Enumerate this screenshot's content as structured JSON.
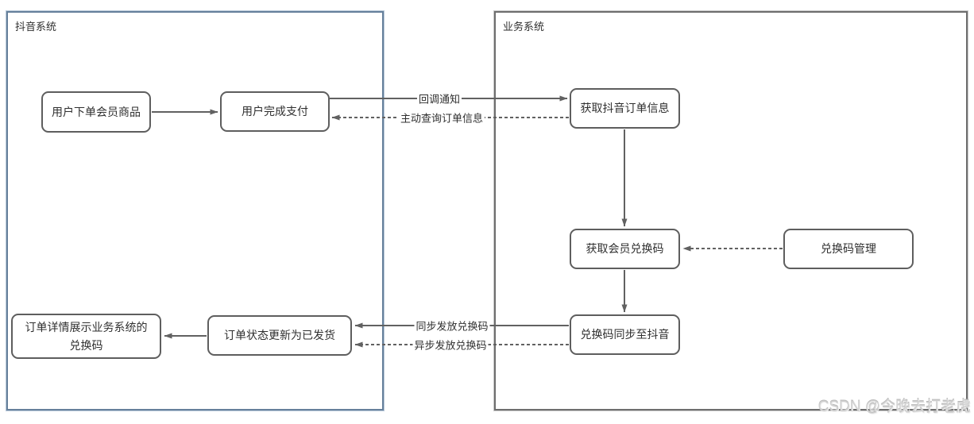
{
  "watermark": "CSDN @今晚去打老虎",
  "containers": {
    "douyin": {
      "title": "抖音系统"
    },
    "business": {
      "title": "业务系统"
    }
  },
  "nodes": {
    "order_product": {
      "label": "用户下单会员商品"
    },
    "complete_payment": {
      "label": "用户完成支付"
    },
    "get_douyin_order": {
      "label": "获取抖音订单信息"
    },
    "get_member_code": {
      "label": "获取会员兑换码"
    },
    "code_management": {
      "label": "兑换码管理"
    },
    "sync_code_to_douyin": {
      "label": "兑换码同步至抖音"
    },
    "order_status_shipped": {
      "label": "订单状态更新为已发货"
    },
    "order_detail_show_code": {
      "label": "订单详情展示业务系统的兑换码"
    }
  },
  "edges": [
    {
      "from": "order_product",
      "to": "complete_payment",
      "style": "solid",
      "label": ""
    },
    {
      "from": "complete_payment",
      "to": "get_douyin_order",
      "style": "solid",
      "label": "回调通知"
    },
    {
      "from": "get_douyin_order",
      "to": "complete_payment",
      "style": "dashed",
      "label": "主动查询订单信息"
    },
    {
      "from": "get_douyin_order",
      "to": "get_member_code",
      "style": "solid",
      "label": ""
    },
    {
      "from": "code_management",
      "to": "get_member_code",
      "style": "dashed",
      "label": ""
    },
    {
      "from": "get_member_code",
      "to": "sync_code_to_douyin",
      "style": "solid",
      "label": ""
    },
    {
      "from": "sync_code_to_douyin",
      "to": "order_status_shipped",
      "style": "solid",
      "label": "同步发放兑换码"
    },
    {
      "from": "sync_code_to_douyin",
      "to": "order_status_shipped",
      "style": "dashed",
      "label": "异步发放兑换码"
    },
    {
      "from": "order_status_shipped",
      "to": "order_detail_show_code",
      "style": "solid",
      "label": ""
    }
  ],
  "colors": {
    "douyin_container_border": "#66809b",
    "business_container_border": "#6e6e6e",
    "node_border": "#5e5e5e",
    "arrow": "#616161",
    "text": "#2f2f2f",
    "watermark": "#d0d0d0"
  }
}
